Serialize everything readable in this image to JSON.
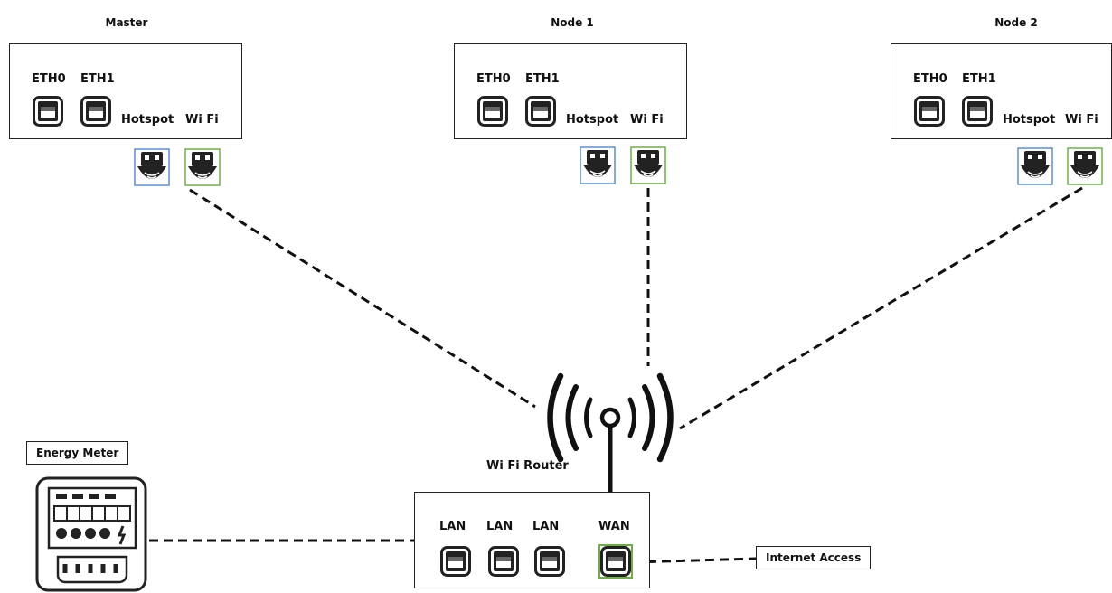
{
  "nodes": [
    {
      "title": "Master",
      "eth0": "ETH0",
      "eth1": "ETH1",
      "hotspot": "Hotspot",
      "wifi": "Wi Fi"
    },
    {
      "title": "Node 1",
      "eth0": "ETH0",
      "eth1": "ETH1",
      "hotspot": "Hotspot",
      "wifi": "Wi Fi"
    },
    {
      "title": "Node 2",
      "eth0": "ETH0",
      "eth1": "ETH1",
      "hotspot": "Hotspot",
      "wifi": "Wi Fi"
    }
  ],
  "router": {
    "label": "Wi Fi Router",
    "ports": [
      "LAN",
      "LAN",
      "LAN",
      "WAN"
    ]
  },
  "energy_meter": {
    "label": "Energy Meter"
  },
  "internet": {
    "label": "Internet Access"
  },
  "colors": {
    "hotspot_outline": "#5b8fd6",
    "wifi_outline": "#6fae45",
    "line": "#111111"
  }
}
